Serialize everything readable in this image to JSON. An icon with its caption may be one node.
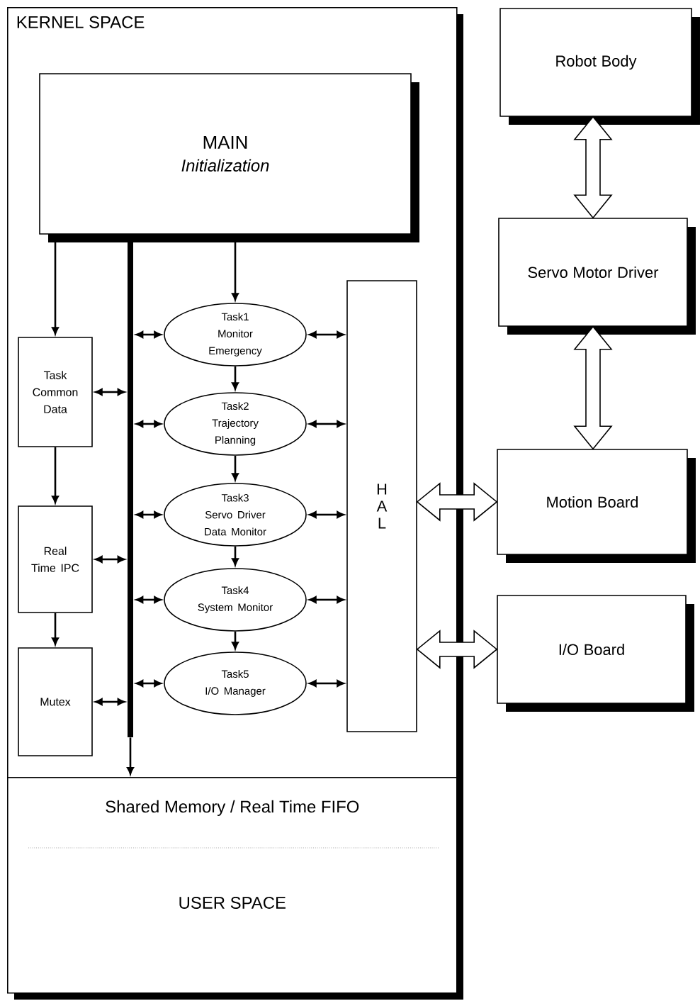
{
  "diagram": {
    "nodes": [
      {
        "text": [
          "KERNEL SPACE"
        ]
      },
      {
        "text": [
          "MAIN",
          "Initialization"
        ],
        "in": 0
      },
      {
        "text": [],
        "shape": "bar",
        "in": 0
      },
      {
        "text": [
          "Task Common Data"
        ],
        "in": 0
      },
      {
        "text": [
          "Real Time IPC"
        ],
        "in": 0
      },
      {
        "text": [
          "Mutex"
        ],
        "in": 0
      },
      {
        "text": [
          "Task1",
          "Monitor Emergency"
        ],
        "in": 0
      },
      {
        "text": [
          "Task2",
          "Trajectory Planning"
        ],
        "in": 0
      },
      {
        "text": [
          "Task3",
          "Servo Driver Data Monitor"
        ],
        "in": 0
      },
      {
        "text": [
          "Task4",
          "System Monitor"
        ],
        "in": 0
      },
      {
        "text": [
          "Task5",
          "I/O Manager"
        ],
        "in": 0
      },
      {
        "text": [
          "H A L"
        ],
        "in": 0
      },
      {
        "text": [
          "Shared Memory / Real Time FIFO",
          "USER SPACE"
        ]
      },
      {
        "text": [
          "Robot Body"
        ]
      },
      {
        "text": [
          "Servo Motor Driver"
        ]
      },
      {
        "text": [
          "Motion Board"
        ]
      },
      {
        "text": [
          "I/O Board"
        ]
      }
    ],
    "edges": [
      {
        "from": 1,
        "to": 3,
        "arrow": "to"
      },
      {
        "from": 1,
        "to": 6,
        "arrow": "to"
      },
      {
        "from": 3,
        "to": 4,
        "arrow": "to"
      },
      {
        "from": 4,
        "to": 5,
        "arrow": "to"
      },
      {
        "from": 2,
        "to": 3,
        "arrow": "both"
      },
      {
        "from": 2,
        "to": 4,
        "arrow": "both"
      },
      {
        "from": 2,
        "to": 5,
        "arrow": "both"
      },
      {
        "from": 2,
        "to": 6,
        "arrow": "both"
      },
      {
        "from": 2,
        "to": 7,
        "arrow": "both"
      },
      {
        "from": 2,
        "to": 8,
        "arrow": "both"
      },
      {
        "from": 2,
        "to": 9,
        "arrow": "both"
      },
      {
        "from": 2,
        "to": 10,
        "arrow": "both"
      },
      {
        "from": 6,
        "to": 11,
        "arrow": "both"
      },
      {
        "from": 7,
        "to": 11,
        "arrow": "both"
      },
      {
        "from": 8,
        "to": 11,
        "arrow": "both"
      },
      {
        "from": 9,
        "to": 11,
        "arrow": "both"
      },
      {
        "from": 10,
        "to": 11,
        "arrow": "both"
      },
      {
        "from": 6,
        "to": 7,
        "arrow": "to"
      },
      {
        "from": 7,
        "to": 8,
        "arrow": "to"
      },
      {
        "from": 8,
        "to": 9,
        "arrow": "to"
      },
      {
        "from": 9,
        "to": 10,
        "arrow": "to"
      },
      {
        "from": 2,
        "to": 12,
        "arrow": "to"
      },
      {
        "from": 11,
        "to": 15,
        "arrow": "both",
        "style": "thick"
      },
      {
        "from": 11,
        "to": 16,
        "arrow": "both",
        "style": "thick"
      },
      {
        "from": 13,
        "to": 14,
        "arrow": "both",
        "style": "thick"
      },
      {
        "from": 14,
        "to": 15,
        "arrow": "both",
        "style": "thick"
      }
    ]
  }
}
